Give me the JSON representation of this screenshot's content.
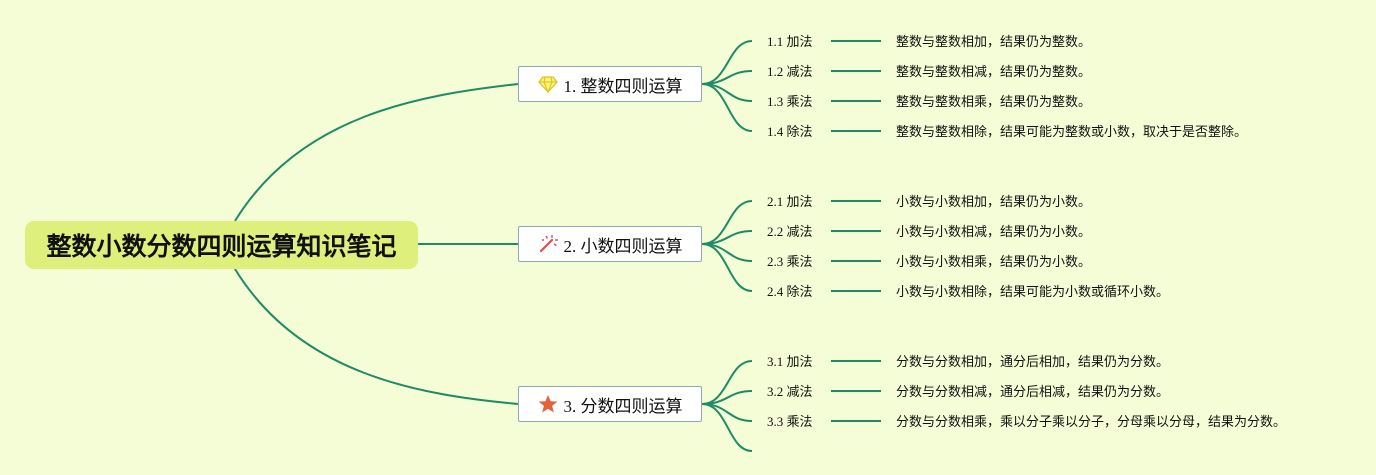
{
  "title": "整数小数分数四则运算知识笔记",
  "colors": {
    "background": "#f5fdd6",
    "root": "#def07b",
    "line": "#1f8a68",
    "branch_border": "#8fa9b5"
  },
  "branches": [
    {
      "label": "1. 整数四则运算",
      "icon": "diamond-icon",
      "items": [
        {
          "label": "1.1 加法",
          "desc": "整数与整数相加，结果仍为整数。"
        },
        {
          "label": "1.2 减法",
          "desc": "整数与整数相减，结果仍为整数。"
        },
        {
          "label": "1.3 乘法",
          "desc": "整数与整数相乘，结果仍为整数。"
        },
        {
          "label": "1.4 除法",
          "desc": "整数与整数相除，结果可能为整数或小数，取决于是否整除。"
        }
      ]
    },
    {
      "label": "2. 小数四则运算",
      "icon": "magic-wand-icon",
      "items": [
        {
          "label": "2.1 加法",
          "desc": "小数与小数相加，结果仍为小数。"
        },
        {
          "label": "2.2 减法",
          "desc": "小数与小数相减，结果仍为小数。"
        },
        {
          "label": "2.3 乘法",
          "desc": "小数与小数相乘，结果仍为小数。"
        },
        {
          "label": "2.4 除法",
          "desc": "小数与小数相除，结果可能为小数或循环小数。"
        }
      ]
    },
    {
      "label": "3. 分数四则运算",
      "icon": "star-icon",
      "items": [
        {
          "label": "3.1 加法",
          "desc": "分数与分数相加，通分后相加，结果仍为分数。"
        },
        {
          "label": "3.2 减法",
          "desc": "分数与分数相减，通分后相减，结果仍为分数。"
        },
        {
          "label": "3.3 乘法",
          "desc": "分数与分数相乘，乘以分子乘以分子，分母乘以分母，结果为分数。"
        },
        {
          "label": "",
          "desc": ""
        }
      ]
    }
  ]
}
